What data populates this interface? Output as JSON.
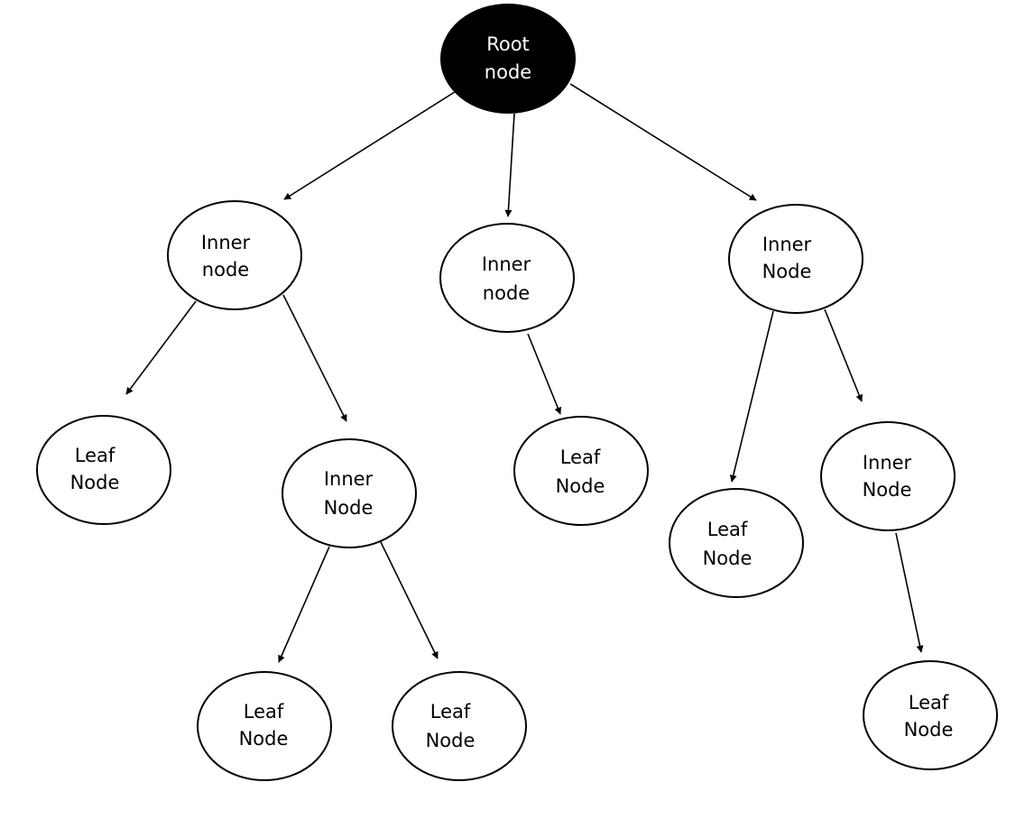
{
  "diagram": {
    "nodes": [
      {
        "id": "root",
        "kind": "root",
        "lines": [
          "Root",
          "node"
        ]
      },
      {
        "id": "inner-left",
        "kind": "inner",
        "lines": [
          "Inner",
          "node"
        ]
      },
      {
        "id": "inner-middle",
        "kind": "inner",
        "lines": [
          "Inner",
          "node"
        ]
      },
      {
        "id": "inner-right",
        "kind": "inner",
        "lines": [
          "Inner",
          "Node"
        ]
      },
      {
        "id": "leaf-far-left",
        "kind": "leaf",
        "lines": [
          "Leaf",
          "Node"
        ]
      },
      {
        "id": "inner-left-child",
        "kind": "inner",
        "lines": [
          "Inner",
          "Node"
        ]
      },
      {
        "id": "leaf-middle",
        "kind": "leaf",
        "lines": [
          "Leaf",
          "Node"
        ]
      },
      {
        "id": "leaf-right-a",
        "kind": "leaf",
        "lines": [
          "Leaf",
          "Node"
        ]
      },
      {
        "id": "inner-right-child",
        "kind": "inner",
        "lines": [
          "Inner",
          "Node"
        ]
      },
      {
        "id": "leaf-bottom-left-a",
        "kind": "leaf",
        "lines": [
          "Leaf",
          "Node"
        ]
      },
      {
        "id": "leaf-bottom-left-b",
        "kind": "leaf",
        "lines": [
          "Leaf",
          "Node"
        ]
      },
      {
        "id": "leaf-bottom-right",
        "kind": "leaf",
        "lines": [
          "Leaf",
          "Node"
        ]
      }
    ],
    "edges": [
      {
        "from": "root",
        "to": "inner-left"
      },
      {
        "from": "root",
        "to": "inner-middle"
      },
      {
        "from": "root",
        "to": "inner-right"
      },
      {
        "from": "inner-left",
        "to": "leaf-far-left"
      },
      {
        "from": "inner-left",
        "to": "inner-left-child"
      },
      {
        "from": "inner-middle",
        "to": "leaf-middle"
      },
      {
        "from": "inner-right",
        "to": "leaf-right-a"
      },
      {
        "from": "inner-right",
        "to": "inner-right-child"
      },
      {
        "from": "inner-left-child",
        "to": "leaf-bottom-left-a"
      },
      {
        "from": "inner-left-child",
        "to": "leaf-bottom-left-b"
      },
      {
        "from": "inner-right-child",
        "to": "leaf-bottom-right"
      }
    ],
    "colors": {
      "root_fill": "#000000",
      "root_text": "#ffffff",
      "node_fill": "#ffffff",
      "stroke": "#000000"
    }
  }
}
